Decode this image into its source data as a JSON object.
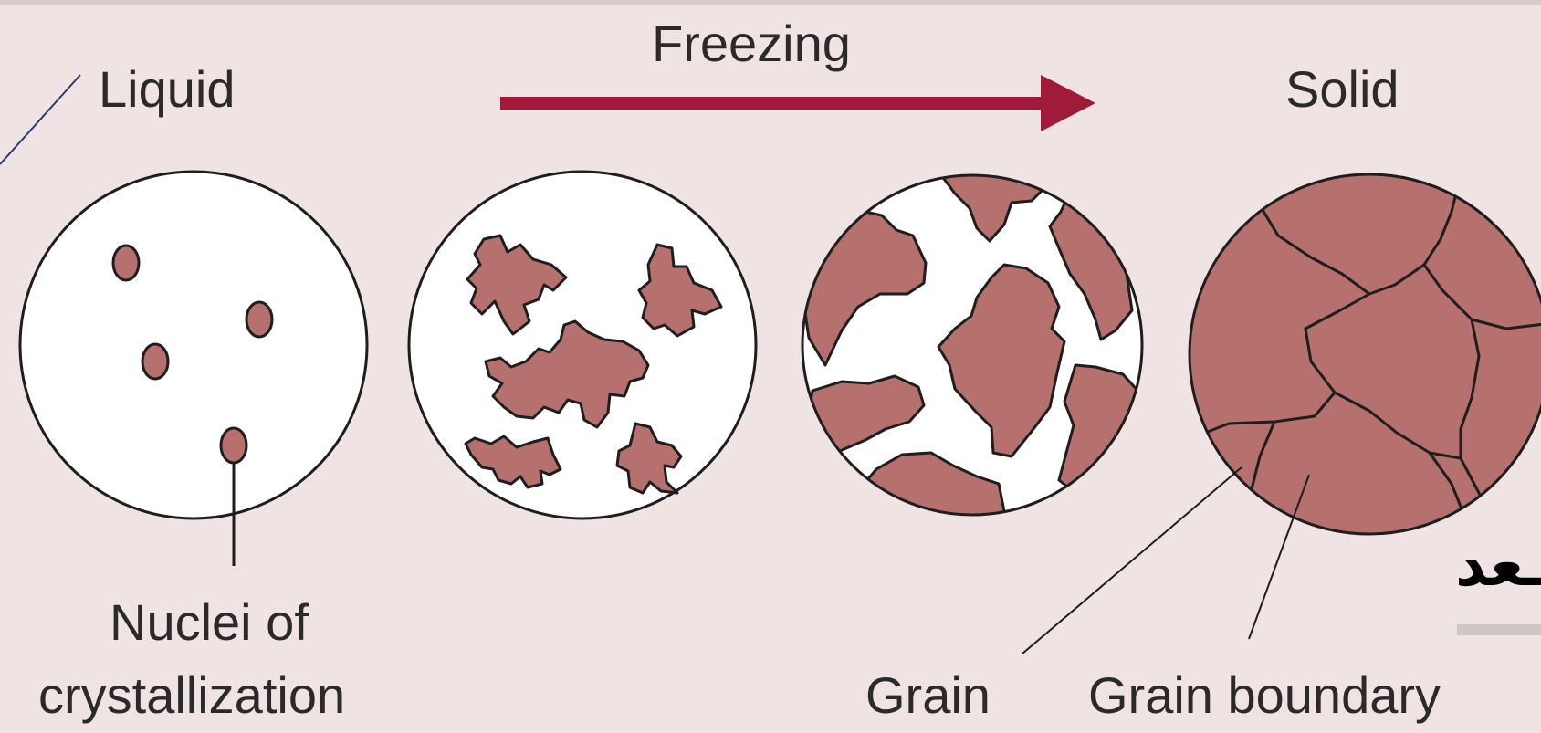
{
  "diagram": {
    "freezing_label": "Freezing",
    "liquid_label": "Liquid",
    "solid_label": "Solid",
    "nuclei_label_line1": "Nuclei of",
    "nuclei_label_line2": "crystallization",
    "grain_label": "Grain",
    "grain_boundary_label": "Grain boundary",
    "partial_arabic_text": "ـعد",
    "colors": {
      "background": "#efe3e3",
      "crystal_fill": "#b6706d",
      "arrow": "#a01a3a",
      "outline": "#1e1e1e",
      "top_left_line": "#2a3d6b"
    },
    "stages": [
      {
        "name": "liquid-with-nuclei"
      },
      {
        "name": "crystals-growing"
      },
      {
        "name": "crystals-impinging"
      },
      {
        "name": "solid-grains"
      }
    ]
  }
}
